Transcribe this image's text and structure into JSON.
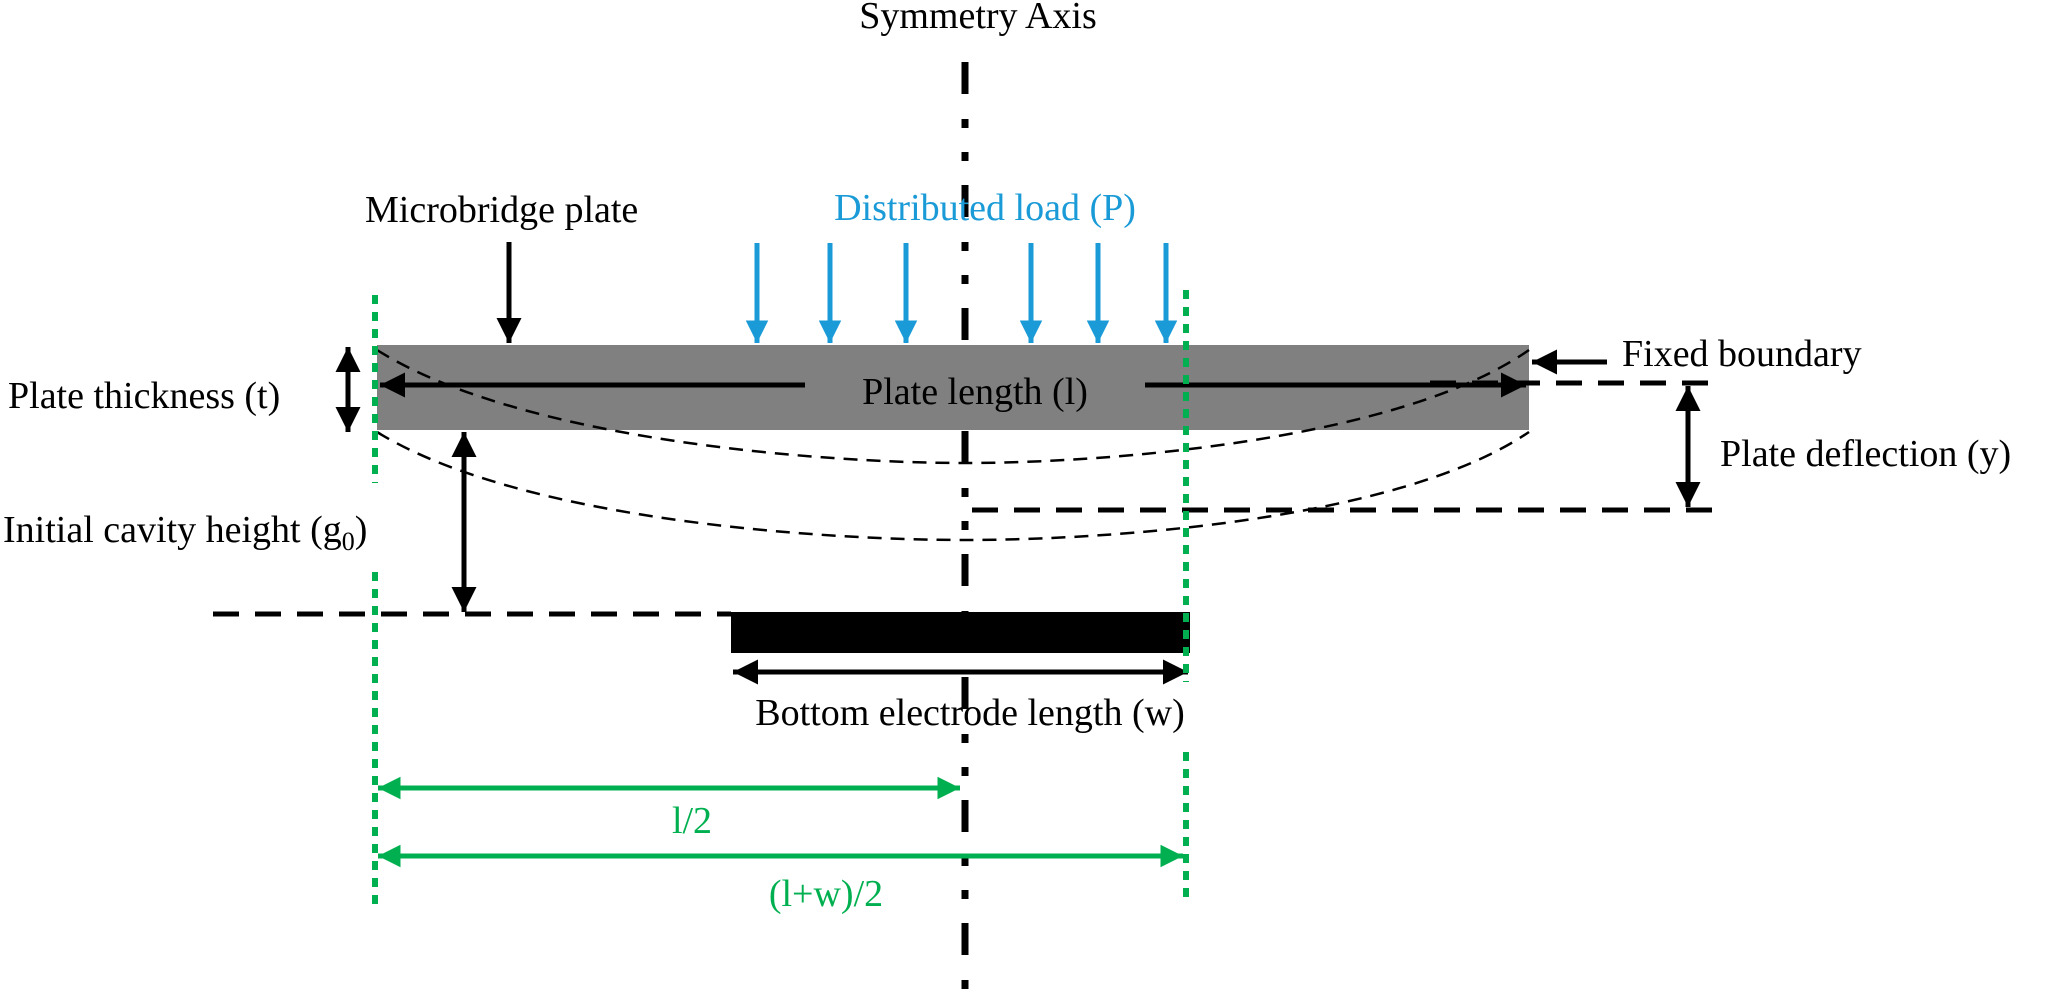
{
  "title": "Microbridge plate electrostatic model",
  "labels": {
    "symmetry_axis": "Symmetry Axis",
    "microbridge_plate": "Microbridge plate",
    "distributed_load": "Distributed load (P)",
    "fixed_boundary": "Fixed boundary",
    "plate_thickness": "Plate thickness (t)",
    "plate_length": "Plate length (l)",
    "plate_deflection": "Plate deflection (y)",
    "cavity_height_main": "Initial cavity height (g",
    "cavity_height_sub": "0",
    "cavity_height_close": ")",
    "bottom_electrode": "Bottom electrode length (w)",
    "half_length": "l/2",
    "half_sum": "(l+w)/2"
  },
  "colors": {
    "plate": "#808080",
    "electrode": "#000000",
    "load_arrows": "#1a9bd7",
    "dimension_green": "#00b050",
    "annotation_black": "#000000"
  },
  "load_arrow_count": 6
}
